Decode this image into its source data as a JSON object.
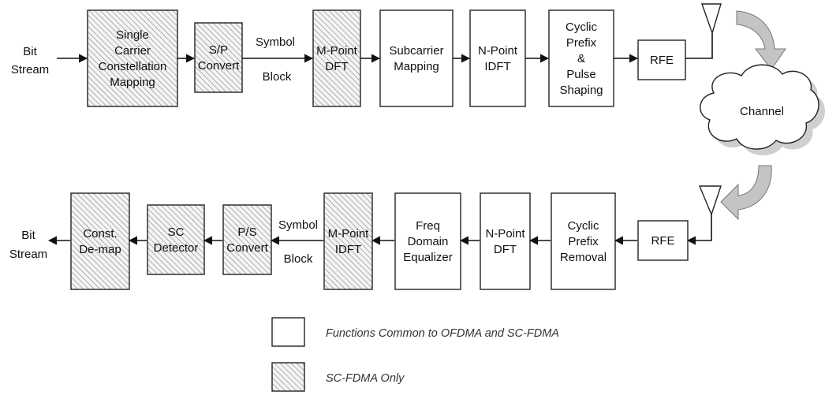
{
  "tx": {
    "input": [
      "Bit",
      "Stream"
    ],
    "blocks": [
      {
        "kind": "hatched",
        "lines": [
          "Single",
          "Carrier",
          "Constellation",
          "Mapping"
        ]
      },
      {
        "kind": "hatched",
        "lines": [
          "S/P",
          "Convert"
        ]
      },
      {
        "kind": "hatched",
        "lines": [
          "M-Point",
          "DFT"
        ]
      },
      {
        "kind": "plain",
        "lines": [
          "Subcarrier",
          "Mapping"
        ]
      },
      {
        "kind": "plain",
        "lines": [
          "N-Point",
          "IDFT"
        ]
      },
      {
        "kind": "plain",
        "lines": [
          "Cyclic",
          "Prefix",
          "&",
          "Pulse",
          "Shaping"
        ]
      },
      {
        "kind": "plain",
        "lines": [
          "RFE"
        ]
      }
    ],
    "symbol_block": [
      "Symbol",
      "Block"
    ]
  },
  "channel": {
    "label": "Channel"
  },
  "rx": {
    "output": [
      "Bit",
      "Stream"
    ],
    "blocks": [
      {
        "kind": "hatched",
        "lines": [
          "Const.",
          "De-map"
        ]
      },
      {
        "kind": "hatched",
        "lines": [
          "SC",
          "Detector"
        ]
      },
      {
        "kind": "hatched",
        "lines": [
          "P/S",
          "Convert"
        ]
      },
      {
        "kind": "hatched",
        "lines": [
          "M-Point",
          "IDFT"
        ]
      },
      {
        "kind": "plain",
        "lines": [
          "Freq",
          "Domain",
          "Equalizer"
        ]
      },
      {
        "kind": "plain",
        "lines": [
          "N-Point",
          "DFT"
        ]
      },
      {
        "kind": "plain",
        "lines": [
          "Cyclic",
          "Prefix",
          "Removal"
        ]
      },
      {
        "kind": "plain",
        "lines": [
          "RFE"
        ]
      }
    ],
    "symbol_block": [
      "Symbol",
      "Block"
    ]
  },
  "legend": {
    "common": "Functions Common to OFDMA and SC-FDMA",
    "scfdma": "SC-FDMA Only"
  }
}
